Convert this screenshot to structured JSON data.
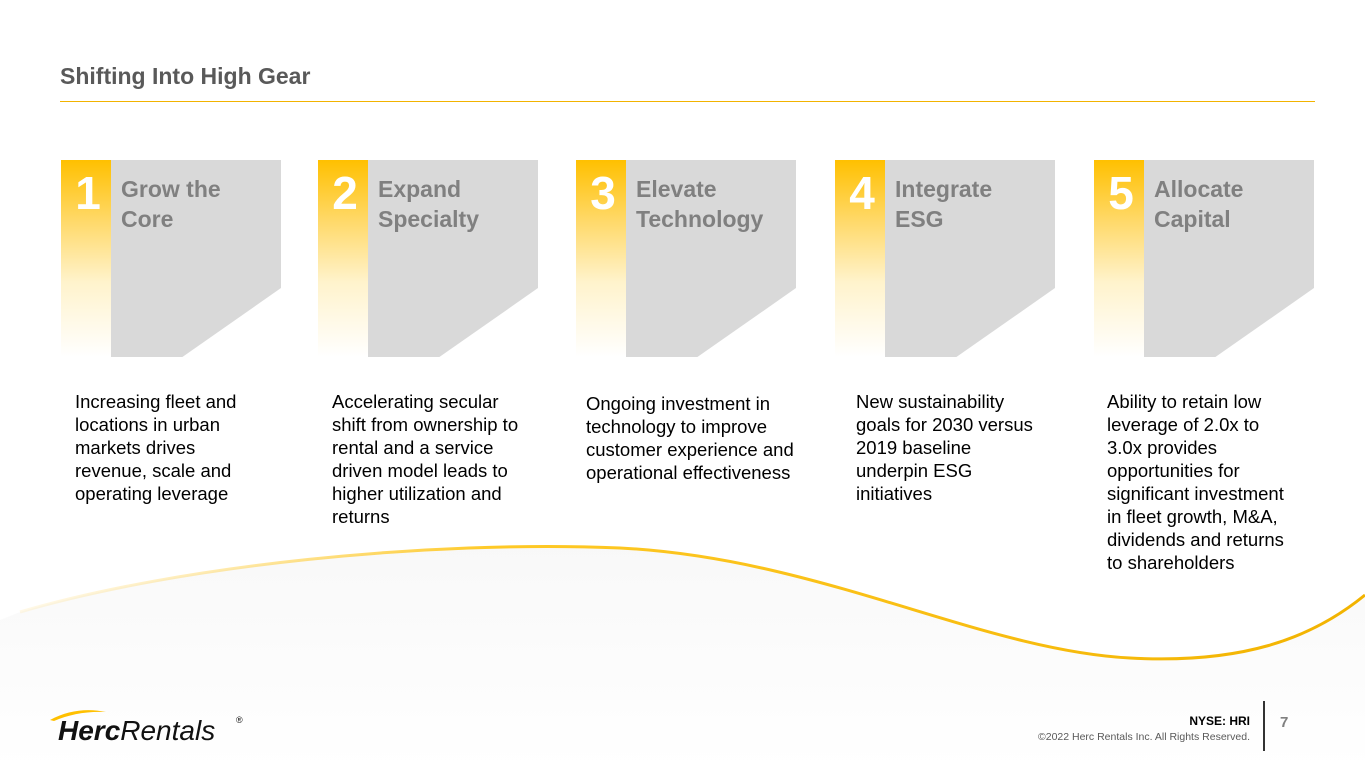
{
  "slide": {
    "title": "Shifting Into High Gear"
  },
  "pillars": [
    {
      "number": "1",
      "heading": "Grow the\nCore",
      "description": "Increasing fleet and\nlocations in urban\nmarkets drives\nrevenue, scale and\noperating leverage"
    },
    {
      "number": "2",
      "heading": "Expand\nSpecialty",
      "description": "Accelerating secular\nshift from ownership to\nrental and a service\ndriven model leads to\nhigher utilization and\nreturns"
    },
    {
      "number": "3",
      "heading": "Elevate\nTechnology",
      "description": "Ongoing investment in\ntechnology to improve\ncustomer experience and\noperational effectiveness"
    },
    {
      "number": "4",
      "heading": "Integrate\nESG",
      "description": "New sustainability\ngoals for 2030 versus\n2019 baseline\nunderpin ESG\ninitiatives"
    },
    {
      "number": "5",
      "heading": "Allocate\nCapital",
      "description": "Ability to retain low\nleverage of 2.0x to\n3.0x provides\nopportunities for\nsignificant investment\nin fleet growth, M&A,\ndividends and returns\nto shareholders"
    }
  ],
  "footer": {
    "logo_bold": "Herc",
    "logo_regular": "Rentals",
    "logo_registered": "®",
    "ticker": "NYSE: HRI",
    "copyright": "©2022 Herc Rentals Inc.  All Rights Reserved.",
    "page_number": "7"
  },
  "colors": {
    "accent": "#ffc000",
    "panel": "#d9d9d9",
    "heading": "#808080",
    "title": "#595959"
  }
}
